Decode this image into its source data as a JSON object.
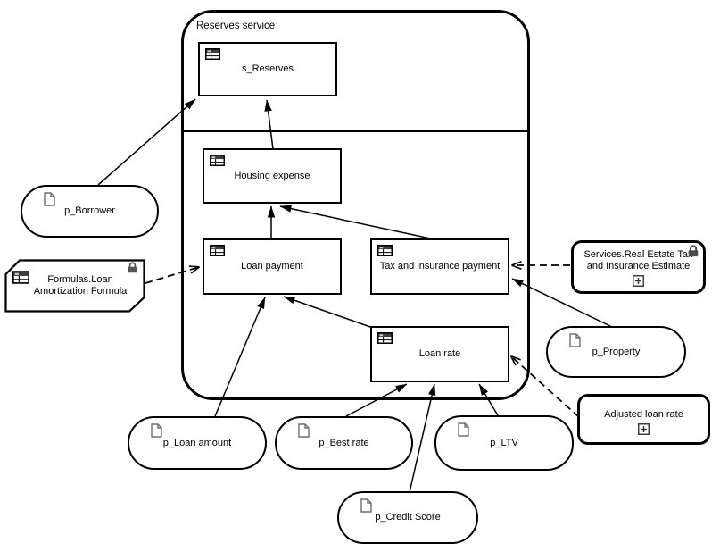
{
  "container_title": "Reserves service",
  "nodes": {
    "s_reserves": {
      "label": "s_Reserves",
      "icon": "table-icon"
    },
    "housing_expense": {
      "label": "Housing expense",
      "icon": "table-icon"
    },
    "loan_payment": {
      "label": "Loan payment",
      "icon": "table-icon"
    },
    "tax_insurance": {
      "label": "Tax and insurance payment",
      "icon": "table-icon"
    },
    "loan_rate": {
      "label": "Loan rate",
      "icon": "table-icon"
    },
    "p_borrower": {
      "label": "p_Borrower",
      "icon": "document-icon"
    },
    "p_loan_amount": {
      "label": "p_Loan amount",
      "icon": "document-icon"
    },
    "p_best_rate": {
      "label": "p_Best rate",
      "icon": "document-icon"
    },
    "p_ltv": {
      "label": "p_LTV",
      "icon": "document-icon"
    },
    "p_credit_score": {
      "label": "p_Credit Score",
      "icon": "document-icon"
    },
    "p_property": {
      "label": "p_Property",
      "icon": "document-icon"
    },
    "formulas": {
      "label": "Formulas.Loan Amortization Formula",
      "icon": "table-icon",
      "badge": "lock-icon"
    },
    "services": {
      "label": "Services.Real Estate Tax and Insurance Estimate",
      "badge": "lock-icon",
      "expand": "plus-icon"
    },
    "adjusted_loan_rate": {
      "label": "Adjusted loan rate",
      "expand": "plus-icon"
    }
  },
  "edges": [
    {
      "from": "p_borrower",
      "to": "s_reserves",
      "style": "solid"
    },
    {
      "from": "housing_expense",
      "to": "s_reserves",
      "style": "solid"
    },
    {
      "from": "loan_payment",
      "to": "housing_expense",
      "style": "solid"
    },
    {
      "from": "tax_insurance",
      "to": "housing_expense",
      "style": "solid"
    },
    {
      "from": "loan_rate",
      "to": "loan_payment",
      "style": "solid"
    },
    {
      "from": "p_loan_amount",
      "to": "loan_payment",
      "style": "solid"
    },
    {
      "from": "p_best_rate",
      "to": "loan_rate",
      "style": "solid"
    },
    {
      "from": "p_credit_score",
      "to": "loan_rate",
      "style": "solid"
    },
    {
      "from": "p_ltv",
      "to": "loan_rate",
      "style": "solid"
    },
    {
      "from": "p_property",
      "to": "tax_insurance",
      "style": "solid"
    },
    {
      "from": "formulas",
      "to": "loan_payment",
      "style": "dashed"
    },
    {
      "from": "services",
      "to": "tax_insurance",
      "style": "dashed"
    },
    {
      "from": "adjusted_loan_rate",
      "to": "loan_rate",
      "style": "dashed"
    }
  ],
  "colors": {
    "line": "#000000",
    "lock": "#555555",
    "doc_icon": "#6e6e6e",
    "background": "#ffffff"
  }
}
